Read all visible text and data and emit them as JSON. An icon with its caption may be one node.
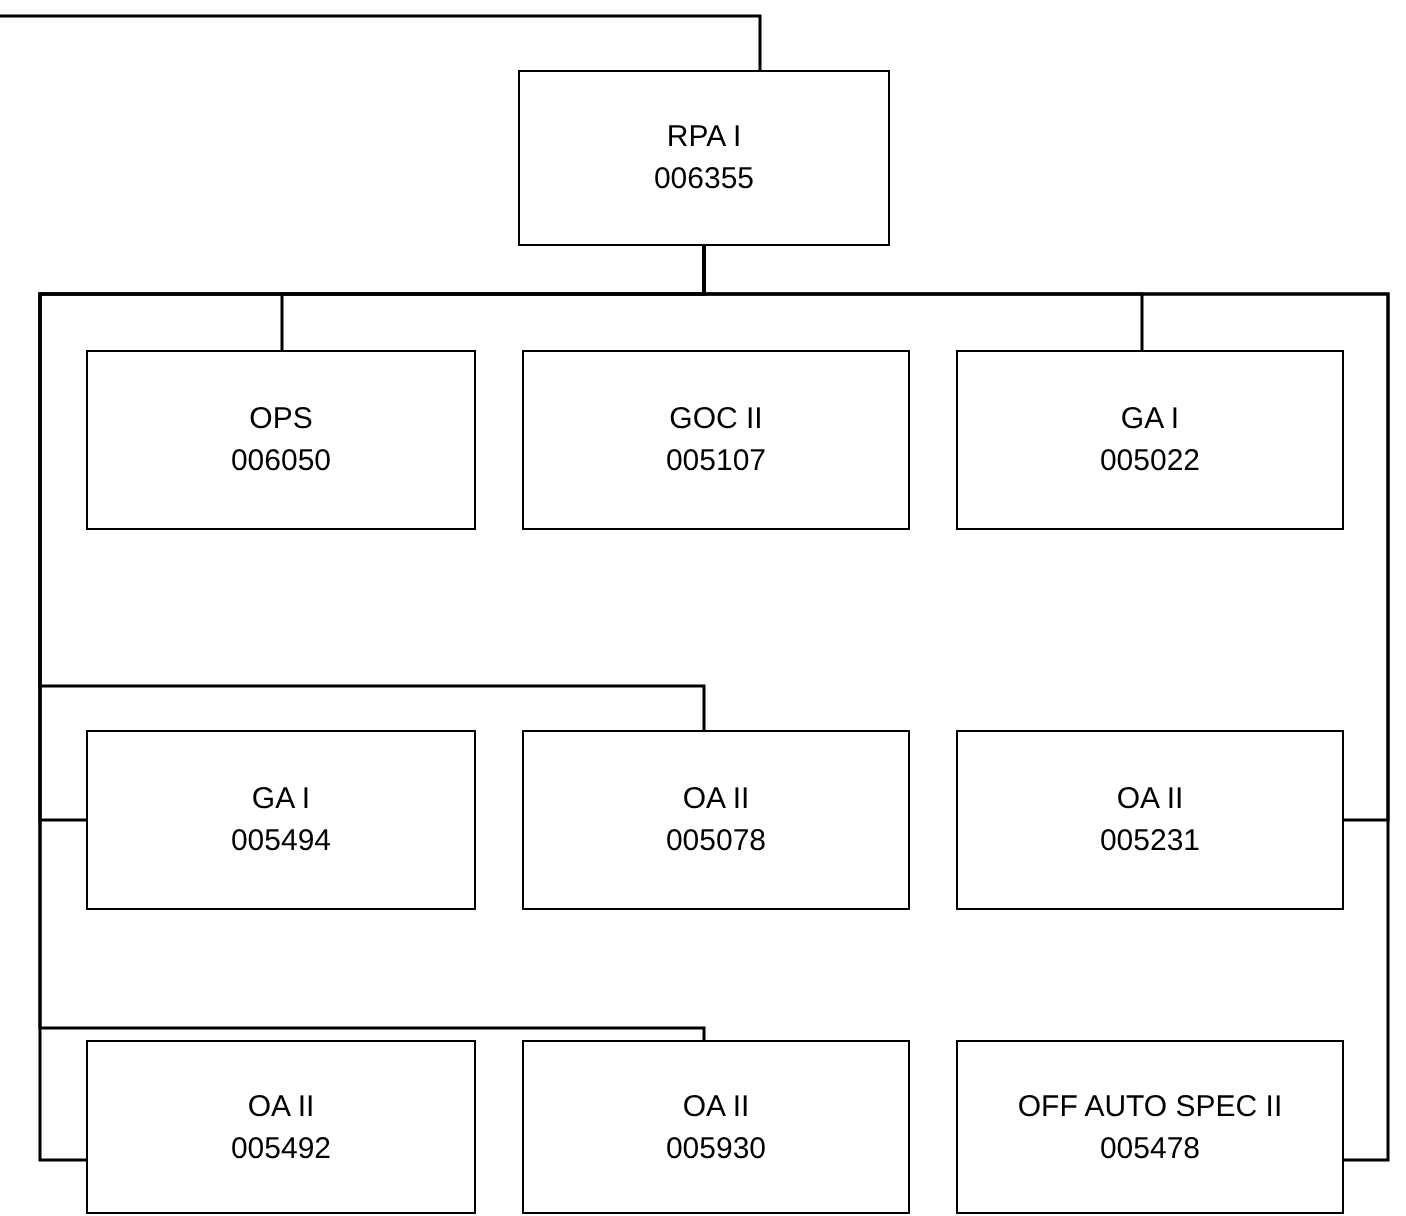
{
  "diagram": {
    "nodes": [
      {
        "text": [
          "RPA I",
          "006355"
        ]
      },
      {
        "text": [
          "OPS",
          "006050"
        ]
      },
      {
        "text": [
          "GOC II",
          "005107"
        ]
      },
      {
        "text": [
          "GA I",
          "005022"
        ]
      },
      {
        "text": [
          "GA I",
          "005494"
        ]
      },
      {
        "text": [
          "OA II",
          "005078"
        ]
      },
      {
        "text": [
          "OA II",
          "005231"
        ]
      },
      {
        "text": [
          "OA II",
          "005492"
        ]
      },
      {
        "text": [
          "OA II",
          "005930"
        ]
      },
      {
        "text": [
          "OFF AUTO SPEC II",
          "005478"
        ]
      }
    ],
    "edges": [
      {
        "from": null,
        "to": 0,
        "arrow": "none"
      },
      {
        "from": 0,
        "to": 1,
        "arrow": "none"
      },
      {
        "from": 0,
        "to": 3,
        "arrow": "none"
      },
      {
        "from": 0,
        "to": 4,
        "arrow": "none"
      },
      {
        "from": 0,
        "to": 5,
        "arrow": "none"
      },
      {
        "from": 0,
        "to": 6,
        "arrow": "none"
      },
      {
        "from": 0,
        "to": 7,
        "arrow": "none"
      },
      {
        "from": 0,
        "to": 8,
        "arrow": "none"
      },
      {
        "from": 0,
        "to": 9,
        "arrow": "none"
      }
    ]
  }
}
